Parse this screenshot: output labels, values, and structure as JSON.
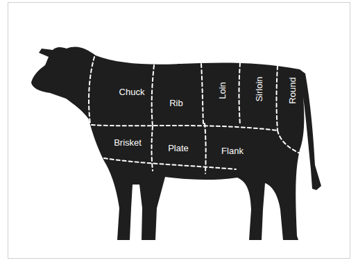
{
  "diagram": {
    "labels": [
      "Chuck",
      "Rib",
      "Loin",
      "Sirloin",
      "Round",
      "Brisket",
      "Plate",
      "Flank"
    ]
  }
}
